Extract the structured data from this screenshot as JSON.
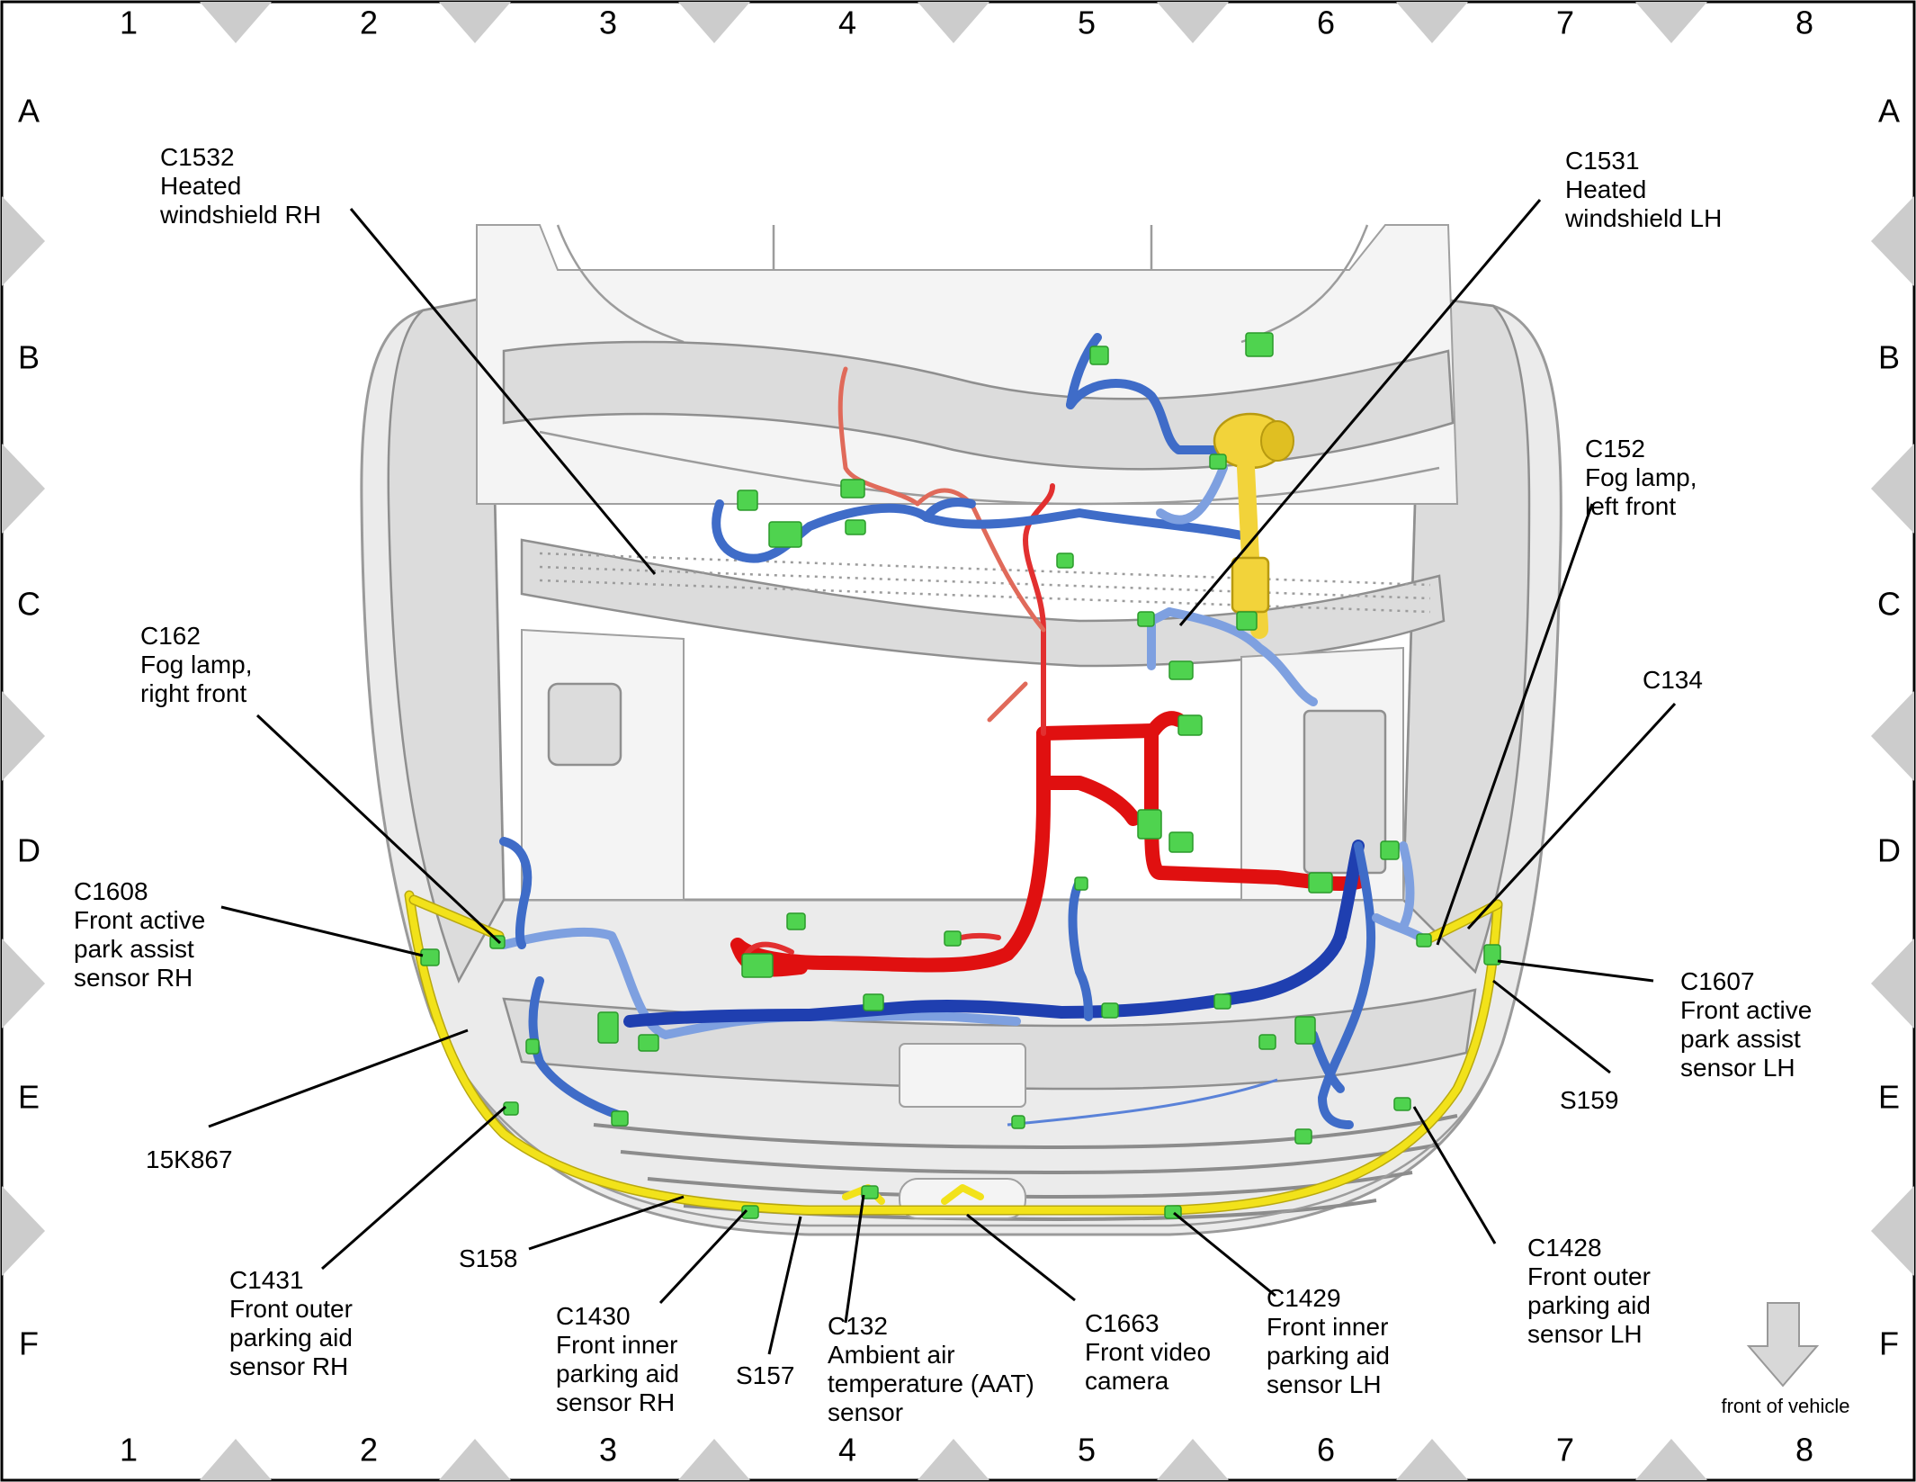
{
  "grid": {
    "columns": [
      "1",
      "2",
      "3",
      "4",
      "5",
      "6",
      "7",
      "8"
    ],
    "rows": [
      "A",
      "B",
      "C",
      "D",
      "E",
      "F"
    ]
  },
  "callouts": {
    "c1532": [
      "C1532",
      "Heated",
      "windshield RH"
    ],
    "c1531": [
      "C1531",
      "Heated",
      "windshield LH"
    ],
    "c152": [
      "C152",
      "Fog lamp,",
      "left front"
    ],
    "c162": [
      "C162",
      "Fog lamp,",
      "right front"
    ],
    "c134": [
      "C134"
    ],
    "c1608": [
      "C1608",
      "Front active",
      "park assist",
      "sensor RH"
    ],
    "c1607": [
      "C1607",
      "Front active",
      "park assist",
      "sensor LH"
    ],
    "k15k867": [
      "15K867"
    ],
    "s159": [
      "S159"
    ],
    "c1431": [
      "C1431",
      "Front outer",
      "parking aid",
      "sensor RH"
    ],
    "s158": [
      "S158"
    ],
    "c1430": [
      "C1430",
      "Front inner",
      "parking aid",
      "sensor RH"
    ],
    "s157": [
      "S157"
    ],
    "c132": [
      "C132",
      "Ambient air",
      "temperature (AAT)",
      "sensor"
    ],
    "c1663": [
      "C1663",
      "Front video",
      "camera"
    ],
    "c1429": [
      "C1429",
      "Front inner",
      "parking aid",
      "sensor LH"
    ],
    "c1428": [
      "C1428",
      "Front outer",
      "parking aid",
      "sensor LH"
    ]
  },
  "orientation": {
    "label": "front of vehicle",
    "icon": "down-arrow-icon"
  },
  "colors": {
    "harness_main": "#e01010",
    "harness_secondary": "#3f6cc8",
    "harness_secondary_dark": "#1f3fb0",
    "harness_bumper": "#f2e21a",
    "connector": "#4fd34f",
    "horn": "#f2d33a",
    "vehicle_body": "#ebebeb",
    "grid_marker": "#cccccc"
  }
}
